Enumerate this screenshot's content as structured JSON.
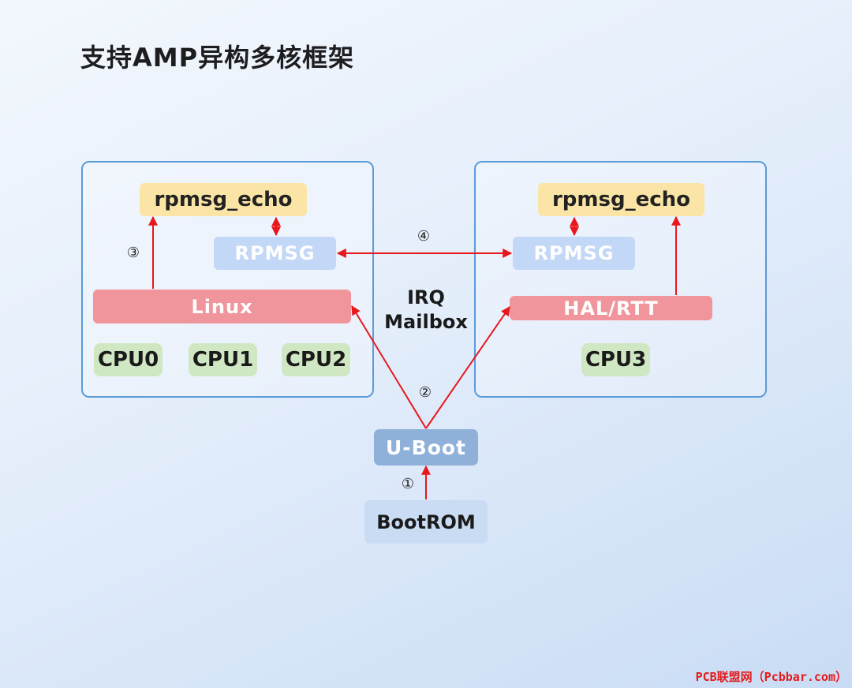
{
  "title": "支持AMP异构多核框架",
  "left": {
    "app": "rpmsg_echo",
    "rpmsg": "RPMSG",
    "os": "Linux",
    "cpus": [
      "CPU0",
      "CPU1",
      "CPU2"
    ]
  },
  "right": {
    "app": "rpmsg_echo",
    "rpmsg": "RPMSG",
    "os": "HAL/RTT",
    "cpus": [
      "CPU3"
    ]
  },
  "center": {
    "irq_line1": "IRQ",
    "irq_line2": "Mailbox",
    "uboot": "U-Boot",
    "bootrom": "BootROM"
  },
  "steps": {
    "s1": "①",
    "s2": "②",
    "s3": "③",
    "s4": "④"
  },
  "colors": {
    "arrow": "#e8171d",
    "panel_border": "#5b9bd8",
    "os_box": "#f0959b",
    "app_box": "#fbe5a6",
    "rpmsg_box": "#c3d7f7",
    "cpu_box": "#cfe8c3"
  },
  "watermark": "PCB联盟网（Pcbbar.com）"
}
